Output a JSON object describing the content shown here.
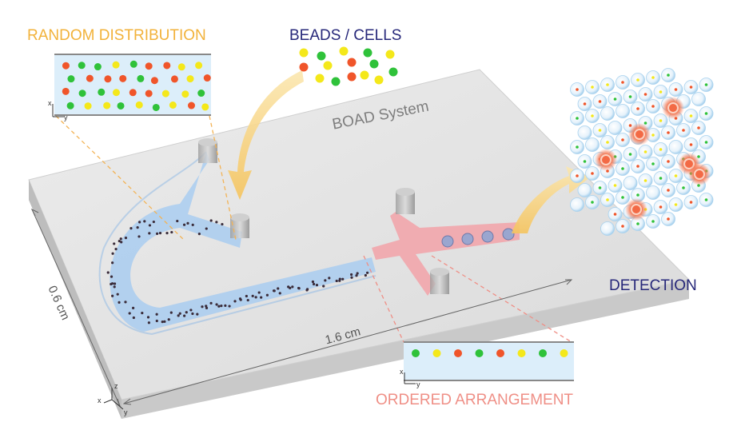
{
  "labels": {
    "random_distribution": "RANDOM DISTRIBUTION",
    "beads_cells": "BEADS / CELLS",
    "system_name": "BOAD System",
    "detection": "DETECTION",
    "ordered_arrangement": "ORDERED ARRANGEMENT",
    "length_dim": "1.6 cm",
    "width_dim": "0.6 cm"
  },
  "axes": {
    "x": "x",
    "y": "y",
    "z": "z"
  },
  "colors": {
    "red_bead": "#f0552a",
    "green_bead": "#2fc23a",
    "yellow_bead": "#f4e81a",
    "channel_blue": "#a9cdf0",
    "channel_red": "#f2a2a8",
    "orange_text": "#f2b23a",
    "navy_text": "#27287a",
    "pink_text": "#ef8f86"
  },
  "ordered_sequence": [
    "green",
    "yellow",
    "red",
    "green",
    "red",
    "yellow",
    "green",
    "yellow"
  ]
}
